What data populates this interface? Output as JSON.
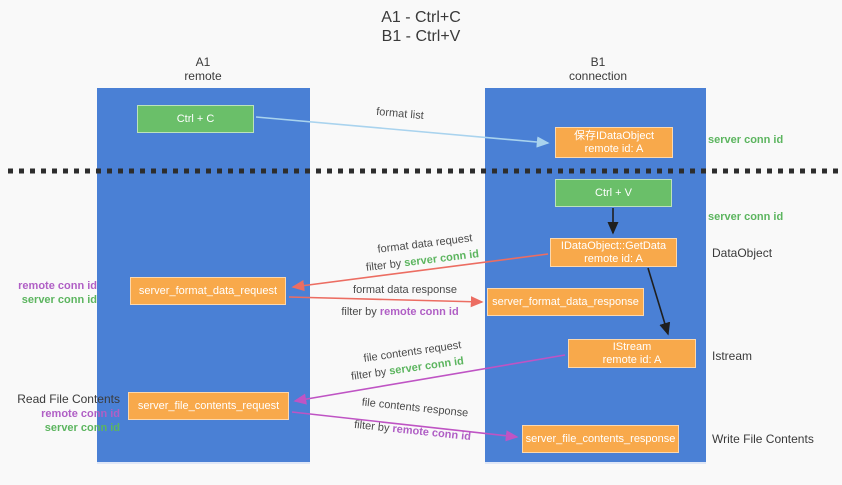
{
  "colors": {
    "lane_blue": "#4a80d5",
    "green": "#6abf69",
    "orange": "#f8a94b",
    "green_text": "#5cb55f",
    "purple_text": "#b05fc5",
    "salmon": "#ec6d62",
    "magenta": "#bf54c4",
    "lightblue": "#a9d3ee"
  },
  "title": {
    "line1": "A1 - Ctrl+C",
    "line2": "B1 - Ctrl+V"
  },
  "lanes": {
    "left": {
      "id": "A1",
      "subtitle": "remote"
    },
    "right": {
      "id": "B1",
      "subtitle": "connection"
    }
  },
  "nodes": {
    "ctrl_c": "Ctrl + C",
    "save_dataobject": {
      "line1": "保存IDataObject",
      "line2": "remote id: A"
    },
    "ctrl_v": "Ctrl + V",
    "getdata": {
      "line1": "IDataObject::GetData",
      "line2": "remote id: A"
    },
    "format_request": "server_format_data_request",
    "format_response": "server_format_data_response",
    "istream": {
      "line1": "IStream",
      "line2": "remote id: A"
    },
    "file_request": "server_file_contents_request",
    "file_response": "server_file_contents_response"
  },
  "side_labels": {
    "server_conn_id_top": "server conn id",
    "server_conn_id_mid": "server conn id",
    "dataobject": "DataObject",
    "istream": "Istream",
    "write_file_contents": "Write File Contents",
    "read_file_contents": "Read File Contents",
    "remote_conn_id_1": "remote conn id",
    "server_conn_id_1": "server conn id",
    "remote_conn_id_2": "remote conn id",
    "server_conn_id_2": "server conn id"
  },
  "arrow_labels": {
    "format_list": "format list",
    "format_data_request": "format data request",
    "format_data_response": "format data response",
    "file_contents_request": "file contents request",
    "file_contents_response": "file contents response",
    "filter_by": "filter by ",
    "server_conn_id": "server conn id",
    "remote_conn_id": "remote conn id"
  }
}
